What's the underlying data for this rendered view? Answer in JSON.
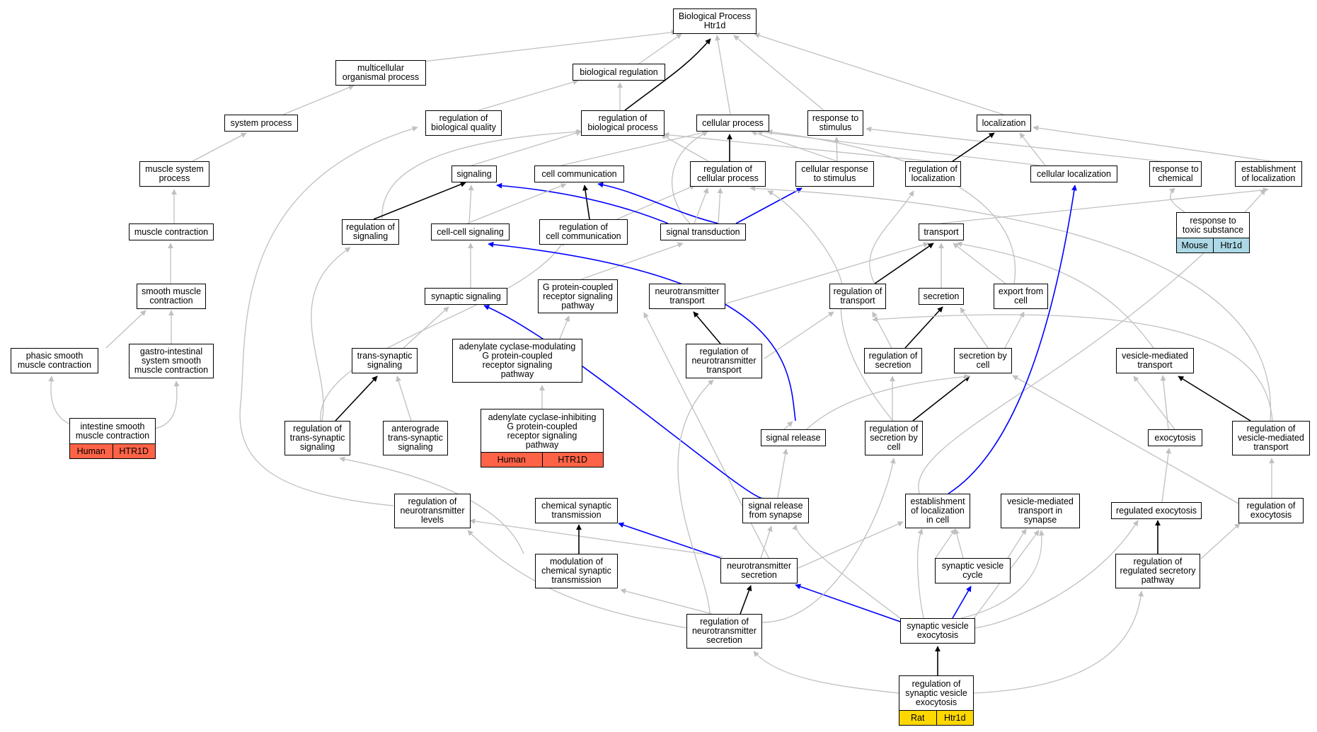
{
  "colors": {
    "gray_edge": "#c0c0c0",
    "black_edge": "#000000",
    "blue_edge": "#0000ff",
    "human_fill": "#ff6347",
    "mouse_fill": "#add8e6",
    "rat_fill": "#ffd700"
  },
  "nodes": {
    "bp": "Biological Process\nHtr1d",
    "mop": "multicellular\norganismal process",
    "breg": "biological regulation",
    "sysp": "system process",
    "rbq": "regulation of\nbiological quality",
    "rbp": "regulation of\nbiological process",
    "cp": "cellular process",
    "rts": "response to\nstimulus",
    "loc": "localization",
    "msp": "muscle system\nprocess",
    "sig": "signaling",
    "cc": "cell communication",
    "rcp": "regulation of\ncellular process",
    "crs": "cellular response\nto stimulus",
    "rloc": "regulation of\nlocalization",
    "cloc": "cellular localization",
    "rtc": "response to\nchemical",
    "eloc": "establishment\nof localization",
    "mc": "muscle contraction",
    "rsig": "regulation of\nsignaling",
    "ccs": "cell-cell signaling",
    "rcc": "regulation of\ncell communication",
    "st": "signal transduction",
    "tr": "transport",
    "smc": "smooth muscle\ncontraction",
    "syns": "synaptic signaling",
    "gpcr": "G protein-coupled\nreceptor signaling\npathway",
    "ntt": "neurotransmitter\ntransport",
    "rtr": "regulation of\ntransport",
    "sec": "secretion",
    "efc": "export from\ncell",
    "psmc": "phasic smooth\nmuscle contraction",
    "gismc": "gastro-intestinal\nsystem smooth\nmuscle contraction",
    "tss": "trans-synaptic\nsignaling",
    "acm": "adenylate cyclase-modulating\nG protein-coupled\nreceptor signaling\npathway",
    "rntt": "regulation of\nneurotransmitter\ntransport",
    "rsec": "regulation of\nsecretion",
    "sbc": "secretion by\ncell",
    "vmt": "vesicle-mediated\ntransport",
    "rtss": "regulation of\ntrans-synaptic\nsignaling",
    "atss": "anterograde\ntrans-synaptic\nsignaling",
    "sr": "signal release",
    "rsbc": "regulation of\nsecretion by\ncell",
    "exo": "exocytosis",
    "rvmt": "regulation of\nvesicle-mediated\ntransport",
    "rntl": "regulation of\nneurotransmitter\nlevels",
    "cst": "chemical synaptic\ntransmission",
    "srfs": "signal release\nfrom synapse",
    "elic": "establishment\nof localization\nin cell",
    "vmtis": "vesicle-mediated\ntransport in\nsynapse",
    "rexo": "regulated exocytosis",
    "regexo": "regulation of\nexocytosis",
    "mcst": "modulation of\nchemical synaptic\ntransmission",
    "nts": "neurotransmitter\nsecretion",
    "svc": "synaptic vesicle\ncycle",
    "rrsp": "regulation of\nregulated secretory\npathway",
    "rnts": "regulation of\nneurotransmitter\nsecretion",
    "sve": "synaptic vesicle\nexocytosis"
  },
  "leaves": {
    "ismc": {
      "label": "intestine smooth\nmuscle contraction",
      "species": "Human",
      "gene": "HTR1D"
    },
    "aci": {
      "label": "adenylate cyclase-inhibiting\nG protein-coupled\nreceptor signaling\npathway",
      "species": "Human",
      "gene": "HTR1D"
    },
    "rtts": {
      "label": "response to\ntoxic substance",
      "species": "Mouse",
      "gene": "Htr1d"
    },
    "rsve": {
      "label": "regulation of\nsynaptic vesicle\nexocytosis",
      "species": "Rat",
      "gene": "Htr1d"
    }
  }
}
